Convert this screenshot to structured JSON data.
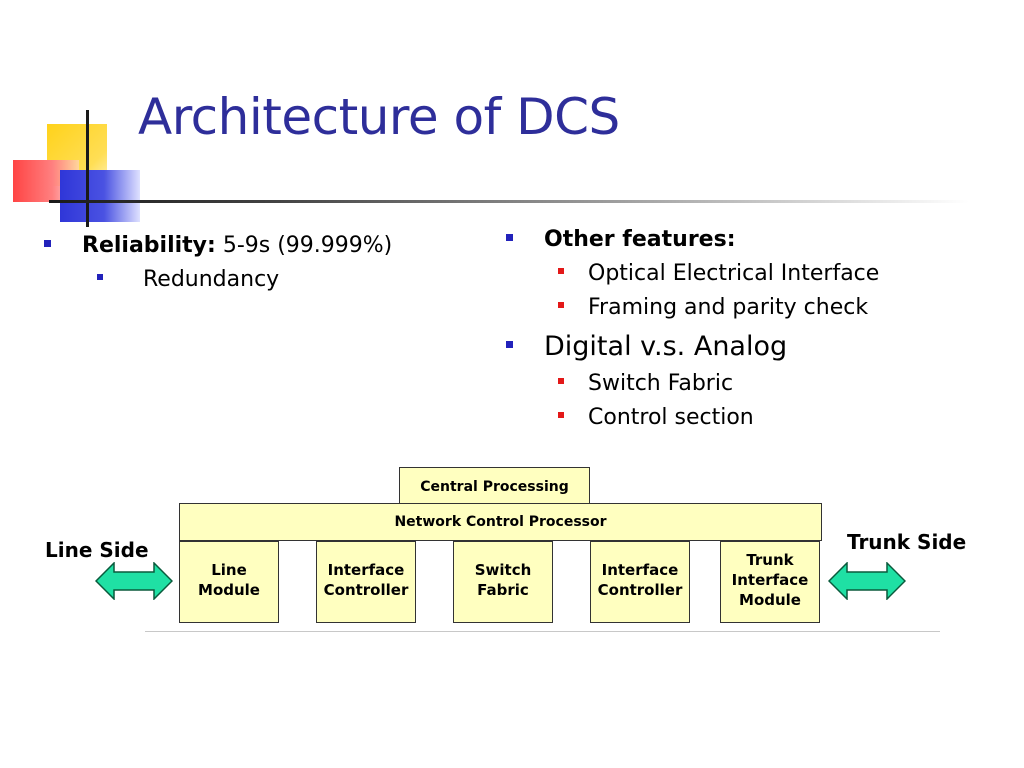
{
  "slide": {
    "title": "Architecture of DCS"
  },
  "left_bullets": {
    "reliability_label": "Reliability:",
    "reliability_value": " 5-9s (99.999%)",
    "redundancy": "Redundancy"
  },
  "right_bullets": {
    "other_features": "Other features:",
    "sub1": "Optical Electrical Interface",
    "sub2": "Framing and parity check",
    "digital": "Digital v.s. Analog",
    "sub3": "Switch Fabric",
    "sub4": "Control section"
  },
  "diagram": {
    "central_processing": "Central Processing",
    "network_control_processor": "Network Control Processor",
    "modules": [
      "Line\nModule",
      "Interface\nController",
      "Switch\nFabric",
      "Interface\nController",
      "Trunk\nInterface\nModule"
    ],
    "line_side": "Line Side",
    "trunk_side": "Trunk Side"
  },
  "colors": {
    "title": "#2e2e9a",
    "box_fill": "#ffffc0",
    "arrow_fill": "#1fe0a4",
    "bullet_blue": "#2222bb",
    "bullet_red": "#e31818"
  }
}
